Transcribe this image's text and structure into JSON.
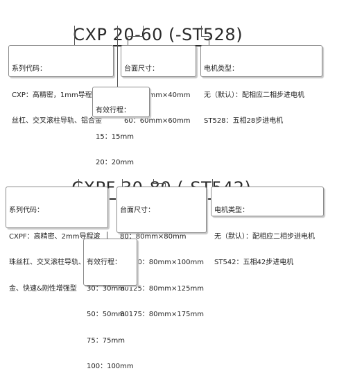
{
  "diagram1": {
    "code_parts": [
      "CXP",
      " ",
      "20",
      "-",
      "60",
      " (-",
      "ST528",
      ")"
    ],
    "series_box": {
      "lines": [
        "系列代码：",
        "CXP：高精密，1mm导程滚珠",
        "丝杠、交叉滚柱导轨、铝合金"
      ]
    },
    "stroke_box": {
      "lines": [
        "有效行程：",
        "15：15mm",
        "20：20mm"
      ]
    },
    "table_box": {
      "lines": [
        "台面尺寸：",
        "40：40mm×40mm",
        "60：60mm×60mm"
      ]
    },
    "motor_box": {
      "lines": [
        "电机类型：",
        "无（默认）：配相应二相步进电机",
        "ST528：五相28步进电机"
      ]
    }
  },
  "diagram2": {
    "code_parts": [
      "CXPF",
      " ",
      "30",
      "-",
      "80",
      " (-",
      "ST542",
      ")"
    ],
    "series_box": {
      "lines": [
        "系列代码：",
        "CXPF：高精密、2mm导程滚",
        "珠丝杠、交叉滚柱导轨、铝合",
        "金、快速&刚性增强型"
      ]
    },
    "stroke_box": {
      "lines": [
        "有效行程：",
        "30：30mm",
        "50：50mm",
        "75：75mm",
        "100：100mm"
      ]
    },
    "table_box": {
      "lines": [
        "台面尺寸：",
        "80：80mm×80mm",
        "80100：80mm×100mm",
        "80125：80mm×125mm",
        "80175：80mm×175mm"
      ]
    },
    "motor_box": {
      "lines": [
        "电机类型：",
        "无（默认）：配相应二相步进电机",
        "ST542：五相42步进电机"
      ]
    }
  }
}
